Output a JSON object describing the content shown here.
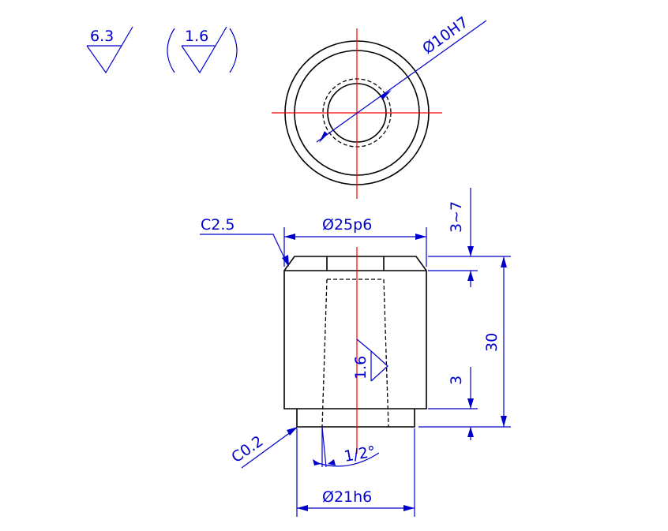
{
  "colors": {
    "outline": "#000000",
    "dimension": "#0000cc",
    "centerline": "#ff0000",
    "background": "#ffffff"
  },
  "roughness": {
    "default": "6.3",
    "bracketed": "1.6",
    "bore": "1.6"
  },
  "top_view": {
    "bore_diameter": "Ø10H7"
  },
  "front_view": {
    "outer_diameter": "Ø25p6",
    "chamfer_top": "C2.5",
    "chamfer_bottom": "C0.2",
    "taper_angle": "1/2°",
    "spigot_diameter": "Ø21h6",
    "height_total": "30",
    "height_top_step": "3~7",
    "height_bottom_step": "3"
  }
}
